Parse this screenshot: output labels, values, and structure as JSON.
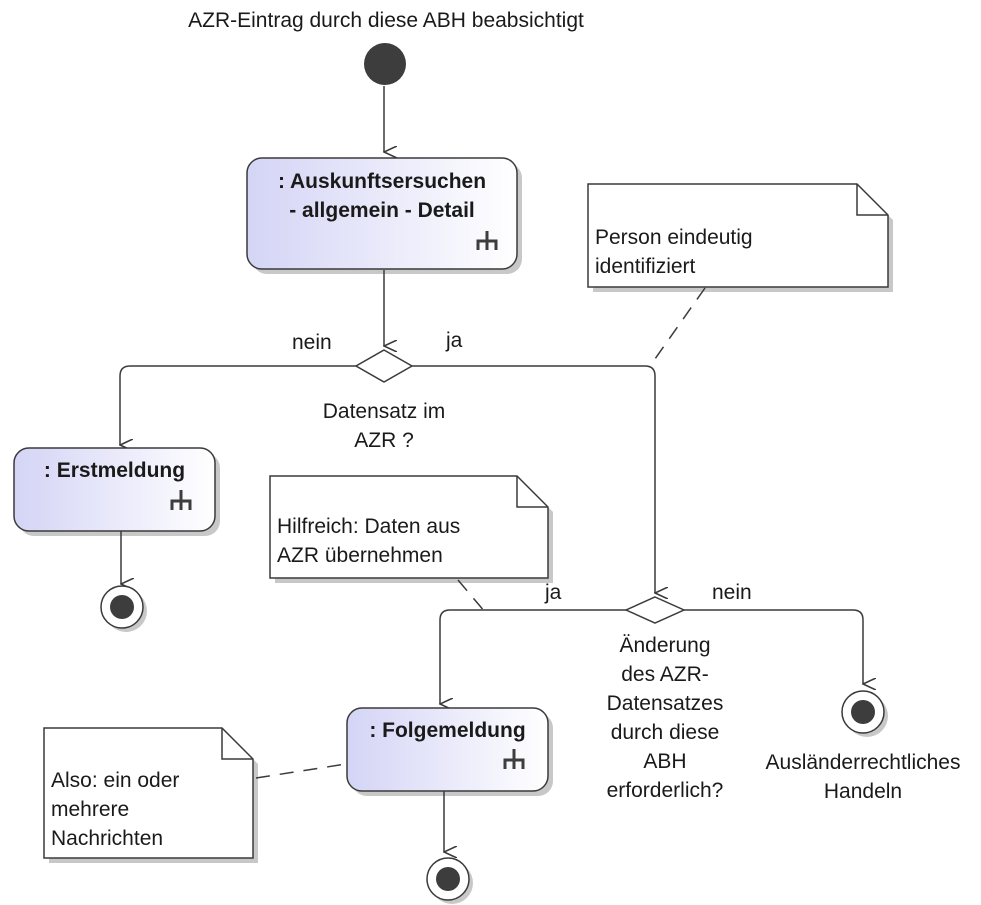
{
  "start_label": "AZR-Eintrag durch diese ABH beabsichtigt",
  "actions": {
    "auskunft": {
      "line1": ": Auskunftsersuchen",
      "line2": "- allgemein - Detail"
    },
    "erstmeldung": {
      "line1": ": Erstmeldung"
    },
    "folgemeldung": {
      "line1": ": Folgemeldung"
    }
  },
  "decisions": {
    "datensatz": {
      "label_line1": "Datensatz im",
      "label_line2": "AZR ?",
      "branch_left": "nein",
      "branch_right": "ja"
    },
    "aenderung": {
      "label_lines": [
        "Änderung",
        "des AZR-",
        "Datensatzes",
        "durch diese",
        "ABH",
        "erforderlich?"
      ],
      "branch_left": "ja",
      "branch_right": "nein"
    }
  },
  "notes": {
    "person": {
      "line1": "Person eindeutig",
      "line2": "identifiziert"
    },
    "hilfreich": {
      "line1": "Hilfreich: Daten aus",
      "line2": "AZR übernehmen"
    },
    "also": {
      "line1": "Also: ein oder",
      "line2": "mehrere",
      "line3": "Nachrichten"
    }
  },
  "final_labels": {
    "auslaender": {
      "line1": "Ausländerrechtliches",
      "line2": "Handeln"
    }
  },
  "colors": {
    "line": "#3a3a3a",
    "node_fill": "#3d3d3d",
    "action_fill_start": "#d6d6f7",
    "action_fill_end": "#ffffff",
    "shadow": "#c8c8c8"
  }
}
